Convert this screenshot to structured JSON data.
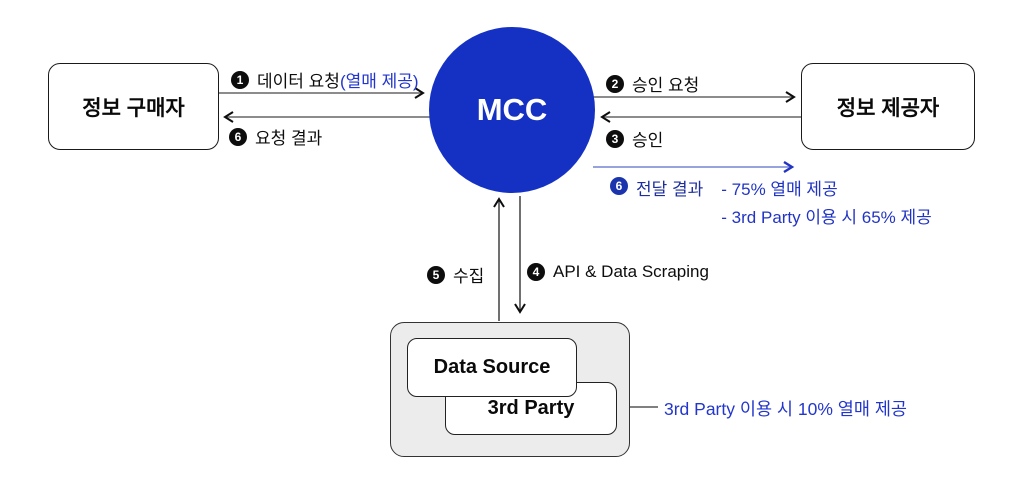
{
  "nodes": {
    "buyer": {
      "label": "정보 구매자"
    },
    "mcc": {
      "label": "MCC"
    },
    "provider": {
      "label": "정보 제공자"
    },
    "data_source": {
      "label": "Data Source"
    },
    "third_party": {
      "label": "3rd Party"
    }
  },
  "edges": {
    "e1": {
      "num": "1",
      "label": "데이터 요청",
      "label_blue": "(열매 제공)"
    },
    "e2": {
      "num": "2",
      "label": "승인 요청"
    },
    "e3": {
      "num": "3",
      "label": "승인"
    },
    "e4": {
      "num": "4",
      "label": "API & Data Scraping"
    },
    "e5": {
      "num": "5",
      "label": "수집"
    },
    "e6_left": {
      "num": "6",
      "label": "요청 결과"
    },
    "e6_right": {
      "num": "6",
      "label": "전달 결과",
      "detail1": "- 75% 열매 제공",
      "detail2": "- 3rd Party 이용 시 65% 제공"
    }
  },
  "annotations": {
    "third_party_note": "3rd Party 이용 시 10% 열매 제공"
  },
  "colors": {
    "mcc_circle": "#1531c4",
    "blue_badge": "#1b34ae",
    "blue_text": "#2236cd",
    "navy_text": "#1d2f9e",
    "blue_arrow_line": "#97a3dc",
    "gray_line": "#666666",
    "container_fill": "#ececec"
  }
}
